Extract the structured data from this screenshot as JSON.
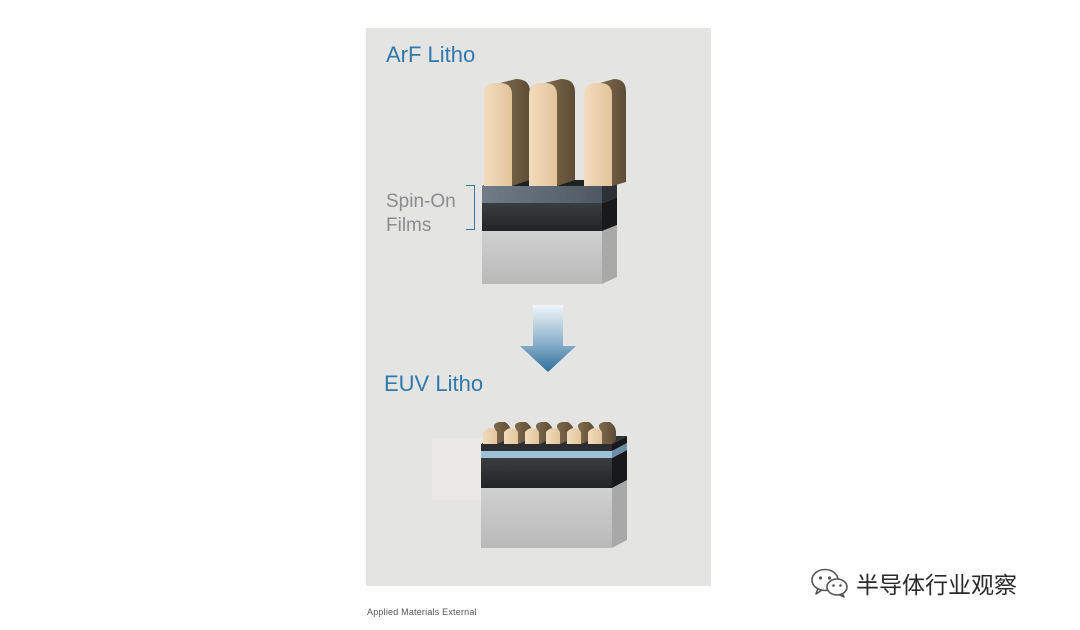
{
  "diagram": {
    "heading_top": "ArF Litho",
    "heading_bottom": "EUV Litho",
    "spin_label_line1": "Spin-On",
    "spin_label_line2": "Films",
    "footer": "Applied Materials External"
  },
  "watermark": {
    "text": "半导体行业观察",
    "icon": "wechat-icon"
  },
  "colors": {
    "heading": "#2f79ad",
    "panel": "#e4e4e2",
    "resist": "#ecd4b0",
    "film_dark": "#2b2d30",
    "film_blue": "#8fb6d3",
    "substrate": "#c6c6c6"
  }
}
